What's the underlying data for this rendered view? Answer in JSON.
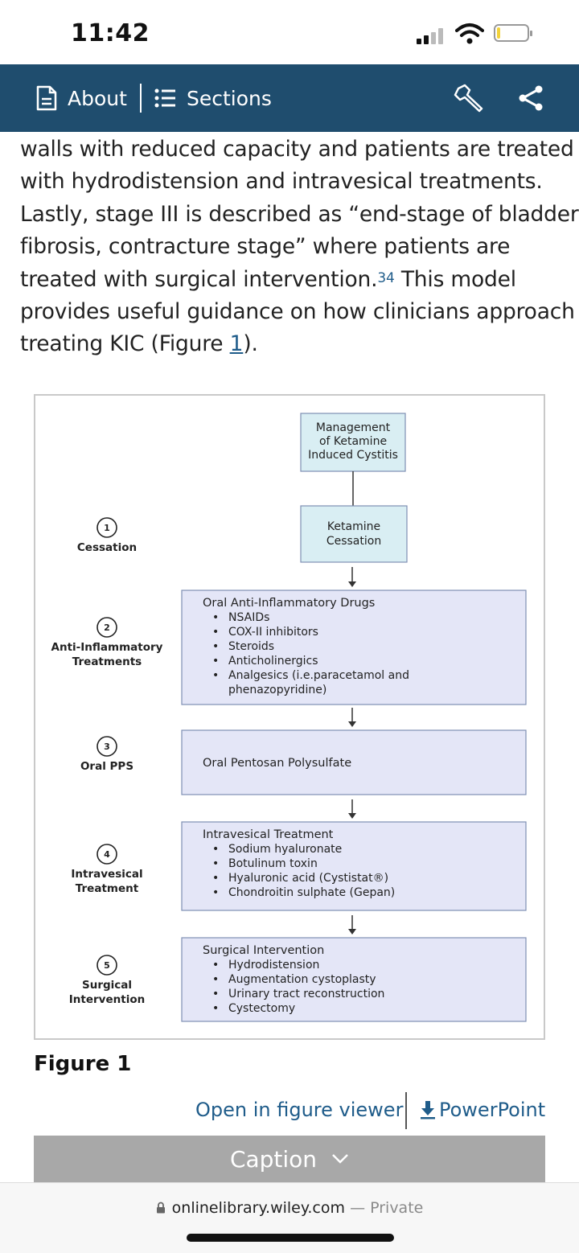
{
  "status_bar": {
    "time": "11:42"
  },
  "nav": {
    "about_label": "About",
    "sections_label": "Sections"
  },
  "article": {
    "lines": [
      "walls with reduced capacity and patients are treated",
      "with hydrodistension and intravesical treatments.",
      "Lastly, stage III is described as “end-stage of bladder",
      "fibrosis, contracture stage” where patients are"
    ],
    "line5_text": "treated with surgical intervention.",
    "line5_ref": "34",
    "line5_tail": " This model",
    "line6": "provides useful guidance on how clinicians approach",
    "line7_pre": "treating KIC (Figure ",
    "line7_link": "1",
    "line7_post": ")."
  },
  "figure": {
    "top_box": [
      "Management",
      "of Ketamine",
      "Induced Cystitis"
    ],
    "cessation_box": [
      "Ketamine",
      "Cessation"
    ],
    "steps": [
      {
        "number": "1",
        "label": [
          "Cessation"
        ]
      },
      {
        "number": "2",
        "label": [
          "Anti-Inflammatory",
          "Treatments"
        ]
      },
      {
        "number": "3",
        "label": [
          "Oral PPS"
        ]
      },
      {
        "number": "4",
        "label": [
          "Intravesical",
          "Treatment"
        ]
      },
      {
        "number": "5",
        "label": [
          "Surgical",
          "Intervention"
        ]
      }
    ],
    "boxes": [
      {
        "heading": "Oral Anti-Inflammatory Drugs",
        "items": [
          "NSAIDs",
          "COX-II inhibitors",
          "Steroids",
          "Anticholinergics",
          "Analgesics (i.e.paracetamol and",
          "phenazopyridine)"
        ]
      },
      {
        "heading": "Oral Pentosan Polysulfate",
        "items": []
      },
      {
        "heading": "Intravesical Treatment",
        "items": [
          "Sodium hyaluronate",
          "Botulinum toxin",
          "Hyaluronic acid (Cystistat®)",
          "Chondroitin sulphate (Gepan)"
        ]
      },
      {
        "heading": "Surgical Intervention",
        "items": [
          "Hydrodistension",
          "Augmentation cystoplasty",
          "Urinary tract reconstruction",
          "Cystectomy"
        ]
      }
    ],
    "colors": {
      "top_box_fill": "#d9eef3",
      "step_box_fill": "#e4e6f7",
      "border": "#7f8fb3"
    }
  },
  "figure_title": "Figure 1",
  "actions": {
    "viewer_label": "Open in figure viewer",
    "ppt_label": "PowerPoint"
  },
  "caption": {
    "label": "Caption"
  },
  "browser": {
    "domain": "onlinelibrary.wiley.com",
    "privacy": "— Private"
  }
}
